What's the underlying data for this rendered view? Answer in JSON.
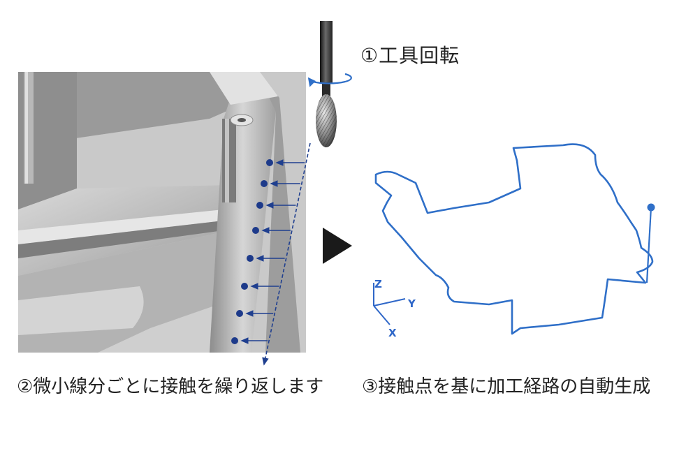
{
  "labels": {
    "step1": "①工具回転",
    "step2": "②微小線分ごとに接触を繰り返します",
    "step3": "③接触点を基に加工経路の自動生成"
  },
  "axes": {
    "z": "Z",
    "y": "Y",
    "x": "X"
  },
  "colors": {
    "path_blue": "#2f6fc8",
    "dot_navy": "#1d3a8a",
    "arrow_navy": "#1f3f8f",
    "triangle": "#1a1a1a"
  }
}
